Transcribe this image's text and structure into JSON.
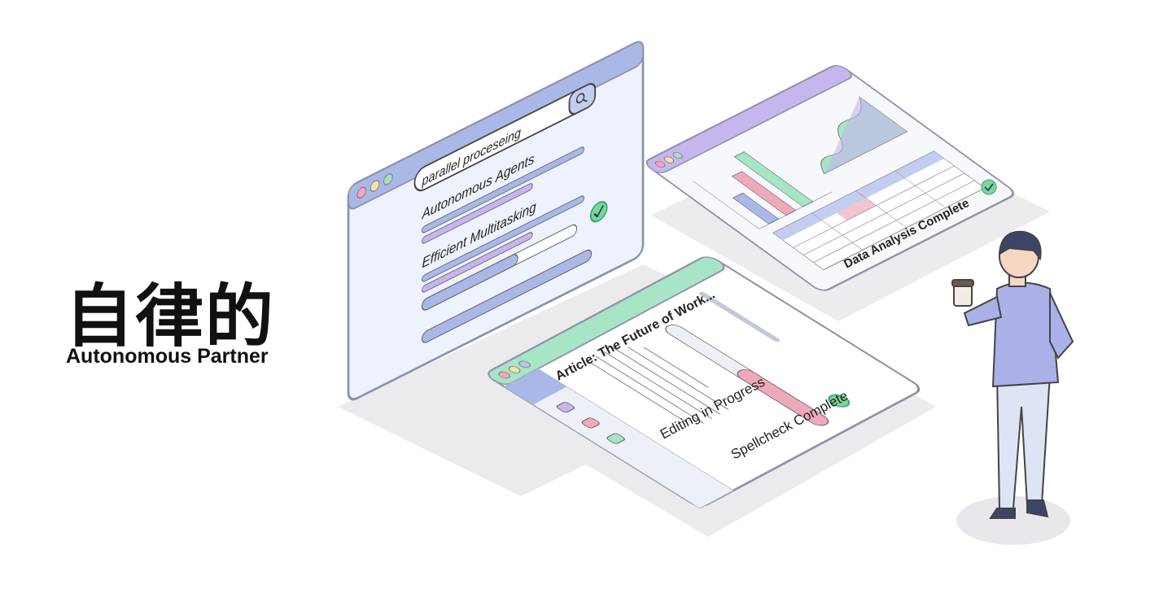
{
  "hero": {
    "title": "自律的",
    "subtitle": "Autonomous Partner"
  },
  "search_window": {
    "query": "parallel proceseing",
    "items": [
      "Autonomous Agents",
      "Efficient Multitasking"
    ],
    "search_icon": "magnifier-icon",
    "status_icon": "check-circle-icon"
  },
  "data_window": {
    "status": "Data Analysis Complete",
    "status_icon": "check-circle-icon"
  },
  "article_window": {
    "title": "Article: The Future of Work...",
    "editing_label": "Editing in Progress",
    "editing_progress": 0.55,
    "spellcheck_label": "Spellcheck Complete"
  },
  "colors": {
    "blue": "#aab8e8",
    "purple": "#c6b6ee",
    "green": "#a8e4c6",
    "pink": "#f0a9bb",
    "check": "#7fd39b"
  }
}
